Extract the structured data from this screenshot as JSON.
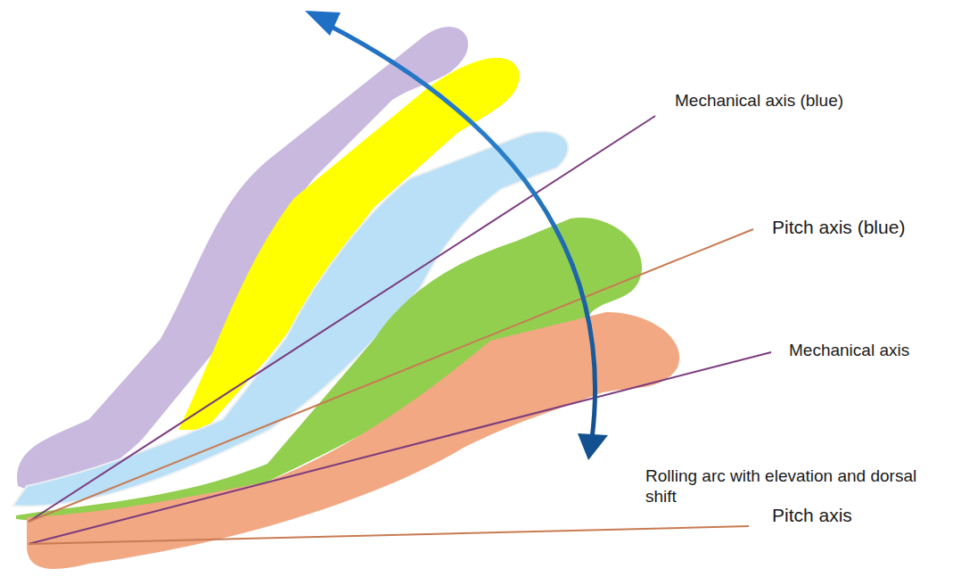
{
  "diagram": {
    "labels": [
      "Mechanical axis (blue)",
      "Pitch axis (blue)",
      "Mechanical axis",
      "Rolling arc with elevation and dorsal shift",
      "Pitch axis"
    ]
  }
}
